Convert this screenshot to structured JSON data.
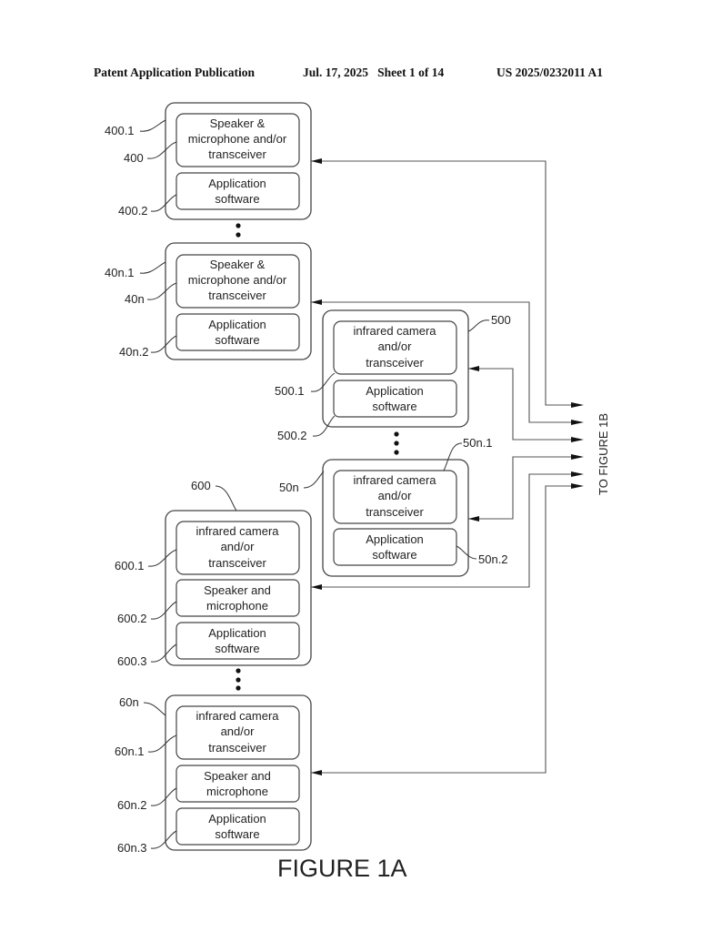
{
  "header": {
    "publication": "Patent Application Publication",
    "date_sheet": "Jul. 17, 2025   Sheet 1 of 14",
    "patent_number": "US 2025/0232011 A1"
  },
  "devices": [
    {
      "ref": "400",
      "components": [
        {
          "ref": "400.1",
          "lines": [
            "Speaker &",
            "microphone and/or",
            "transceiver"
          ]
        },
        {
          "ref": "400.2",
          "lines": [
            "Application",
            "software"
          ]
        }
      ]
    },
    {
      "ref": "40n",
      "components": [
        {
          "ref": "40n.1",
          "lines": [
            "Speaker &",
            "microphone and/or",
            "transceiver"
          ]
        },
        {
          "ref": "40n.2",
          "lines": [
            "Application",
            "software"
          ]
        }
      ]
    },
    {
      "ref": "500",
      "components": [
        {
          "ref": "500.1",
          "lines": [
            "infrared camera",
            "and/or",
            "transceiver"
          ]
        },
        {
          "ref": "500.2",
          "lines": [
            "Application",
            "software"
          ]
        }
      ]
    },
    {
      "ref": "50n",
      "components": [
        {
          "ref": "50n.1",
          "lines": [
            "infrared camera",
            "and/or",
            "transceiver"
          ]
        },
        {
          "ref": "50n.2",
          "lines": [
            "Application",
            "software"
          ]
        }
      ]
    },
    {
      "ref": "600",
      "components": [
        {
          "ref": "600.1",
          "lines": [
            "infrared camera",
            "and/or",
            "transceiver"
          ]
        },
        {
          "ref": "600.2",
          "lines": [
            "Speaker and",
            "microphone"
          ]
        },
        {
          "ref": "600.3",
          "lines": [
            "Application",
            "software"
          ]
        }
      ]
    },
    {
      "ref": "60n",
      "components": [
        {
          "ref": "60n.1",
          "lines": [
            "infrared camera",
            "and/or",
            "transceiver"
          ]
        },
        {
          "ref": "60n.2",
          "lines": [
            "Speaker and",
            "microphone"
          ]
        },
        {
          "ref": "60n.3",
          "lines": [
            "Application",
            "software"
          ]
        }
      ]
    }
  ],
  "connector_label": "TO FIGURE 1B",
  "caption": "FIGURE 1A"
}
